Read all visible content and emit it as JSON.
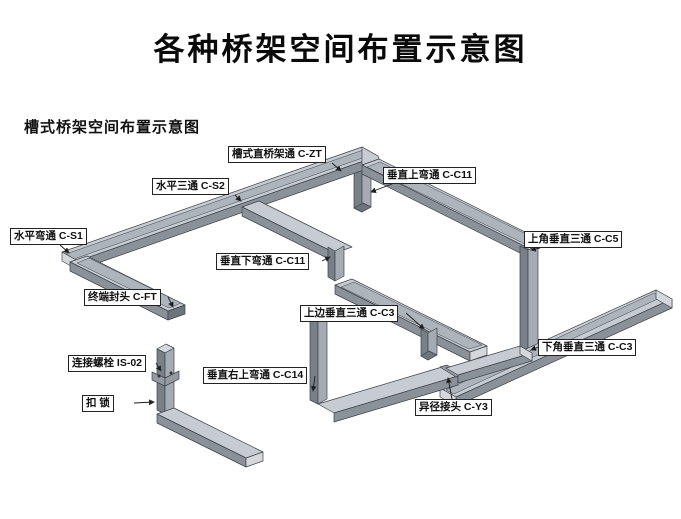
{
  "page": {
    "title": "各种桥架空间布置示意图",
    "subtitle": "槽式桥架空间布置示意图"
  },
  "colors": {
    "tray_top": "#c7ccd2",
    "tray_side": "#8b9199",
    "label_border": "#222222",
    "text": "#111111"
  },
  "labels": [
    {
      "id": "c-zt",
      "text": "槽式直桥架通 C-ZT"
    },
    {
      "id": "c-s2",
      "text": "水平三通 C-S2"
    },
    {
      "id": "c-c11-up",
      "text": "垂直上弯通 C-C11"
    },
    {
      "id": "c-s1",
      "text": "水平弯通 C-S1"
    },
    {
      "id": "c-c5",
      "text": "上角垂直三通 C-C5"
    },
    {
      "id": "c-c11-down",
      "text": "垂直下弯通 C-C11"
    },
    {
      "id": "c-ft",
      "text": "终端封头 C-FT"
    },
    {
      "id": "c-c3-upper",
      "text": "上边垂直三通 C-C3"
    },
    {
      "id": "is-02",
      "text": "连接螺栓 IS-02"
    },
    {
      "id": "c-c14",
      "text": "垂直右上弯通 C-C14"
    },
    {
      "id": "kousuo",
      "text": "扣  锁"
    },
    {
      "id": "c-c3-lower",
      "text": "下角垂直三通 C-C3"
    },
    {
      "id": "c-y3",
      "text": "异径接头 C-Y3"
    }
  ]
}
